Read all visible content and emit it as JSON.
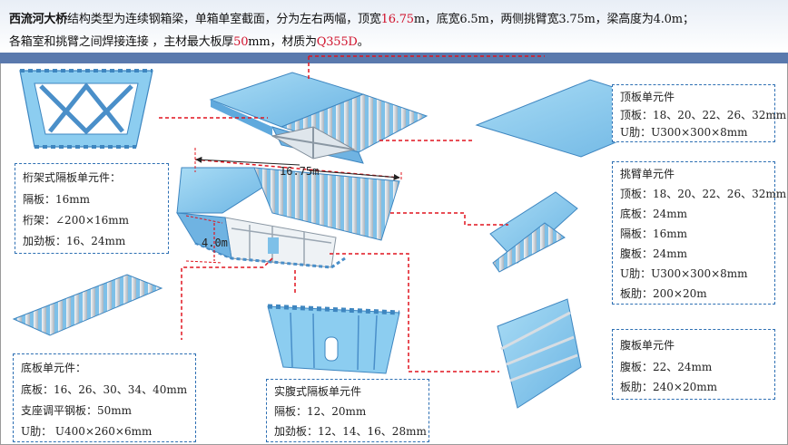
{
  "header": {
    "title": "西流河大桥",
    "line1_a": "结构类型为连续钢箱梁，单箱单室截面，分为左右两幅，顶宽",
    "top_width": "16.75",
    "line1_b": "m，底宽6.5m，两侧挑臂宽3.75m，梁高度为4.0m；",
    "line2_a": "各箱室和挑臂之间焊接连接 ，主材最大板厚",
    "max_thickness": "50",
    "line2_b": "mm，材质为",
    "material": "Q355D",
    "line2_c": "。"
  },
  "dimensions": {
    "width_label": "16.75m",
    "height_label": "4.0m"
  },
  "boxes": {
    "truss": {
      "title": "桁架式隔板单元件：",
      "lines": [
        "隔板：16mm",
        "桁架：∠200×16mm",
        "加劲板：16、24mm"
      ]
    },
    "bottom": {
      "title": "底板单元件：",
      "lines": [
        "底板：16、26、30、34、40mm",
        "支座调平钢板：50mm",
        "U肋： U400×260×6mm"
      ]
    },
    "solid": {
      "title": "实腹式隔板单元件",
      "lines": [
        "隔板：12、20mm",
        "加劲板：12、14、16、28mm"
      ]
    },
    "top": {
      "title": "顶板单元件",
      "lines": [
        "顶板：18、20、22、26、32mm",
        "U肋：U300×300×8mm"
      ]
    },
    "cantilever": {
      "title": "挑臂单元件",
      "lines": [
        "顶板：18、20、22、26、32mm",
        "底板：24mm",
        "隔板：16mm",
        "腹板：24mm",
        "U肋：U300×300×8mm",
        "板肋：200×20m"
      ]
    },
    "web": {
      "title": "腹板单元件",
      "lines": [
        "腹板：22、24mm",
        "板肋：240×20mm"
      ]
    }
  },
  "colors": {
    "steel": "#7ec0e8",
    "steel_dark": "#4a8fc9",
    "rib": "#c9cfd6",
    "callout": "#e0141e",
    "box_border": "#2d6fb3",
    "header_bar": "#5a79ad"
  }
}
